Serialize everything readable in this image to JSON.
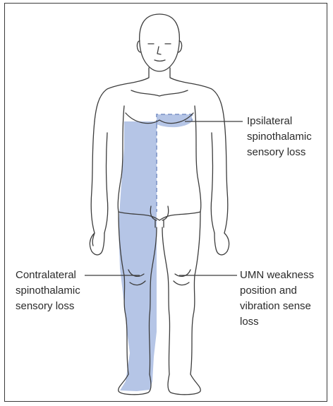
{
  "labels": {
    "ipsilateral": "Ipsilateral\nspinothalamic\nsensory loss",
    "contralateral": "Contralateral\nspinothalamic\nsensory loss",
    "umn": "UMN weakness\nposition and\nvibration sense\nloss"
  },
  "colors": {
    "shading": "#b5c5e6",
    "shading_border": "#8fa3cf",
    "outline": "#3c3c3c",
    "leader": "#3c3c3c",
    "frame": "#3a3a3a"
  }
}
